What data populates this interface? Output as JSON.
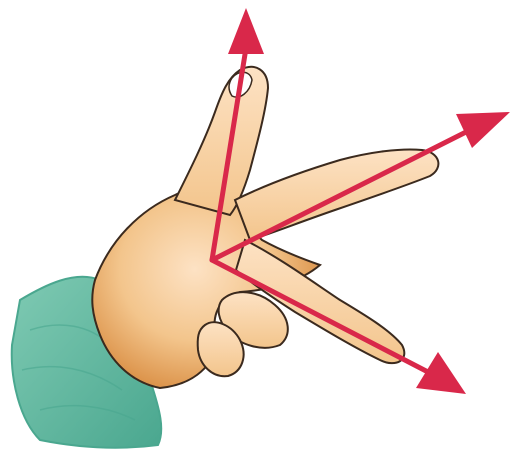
{
  "illustration": {
    "subject": "hand-three-finger-rule",
    "arrows": [
      {
        "id": "arrow-thumb",
        "direction": "up"
      },
      {
        "id": "arrow-index-finger",
        "direction": "upper-right"
      },
      {
        "id": "arrow-middle-finger",
        "direction": "lower-right"
      }
    ],
    "colors": {
      "background": "#ffffff",
      "skin": "#f3c58c",
      "skin_shadow": "#d98d42",
      "skin_highlight": "#fde2c4",
      "sleeve": "#7fcab3",
      "sleeve_shadow": "#4aa78f",
      "outline": "#3b2a1e",
      "arrow": "#d9284a"
    }
  }
}
